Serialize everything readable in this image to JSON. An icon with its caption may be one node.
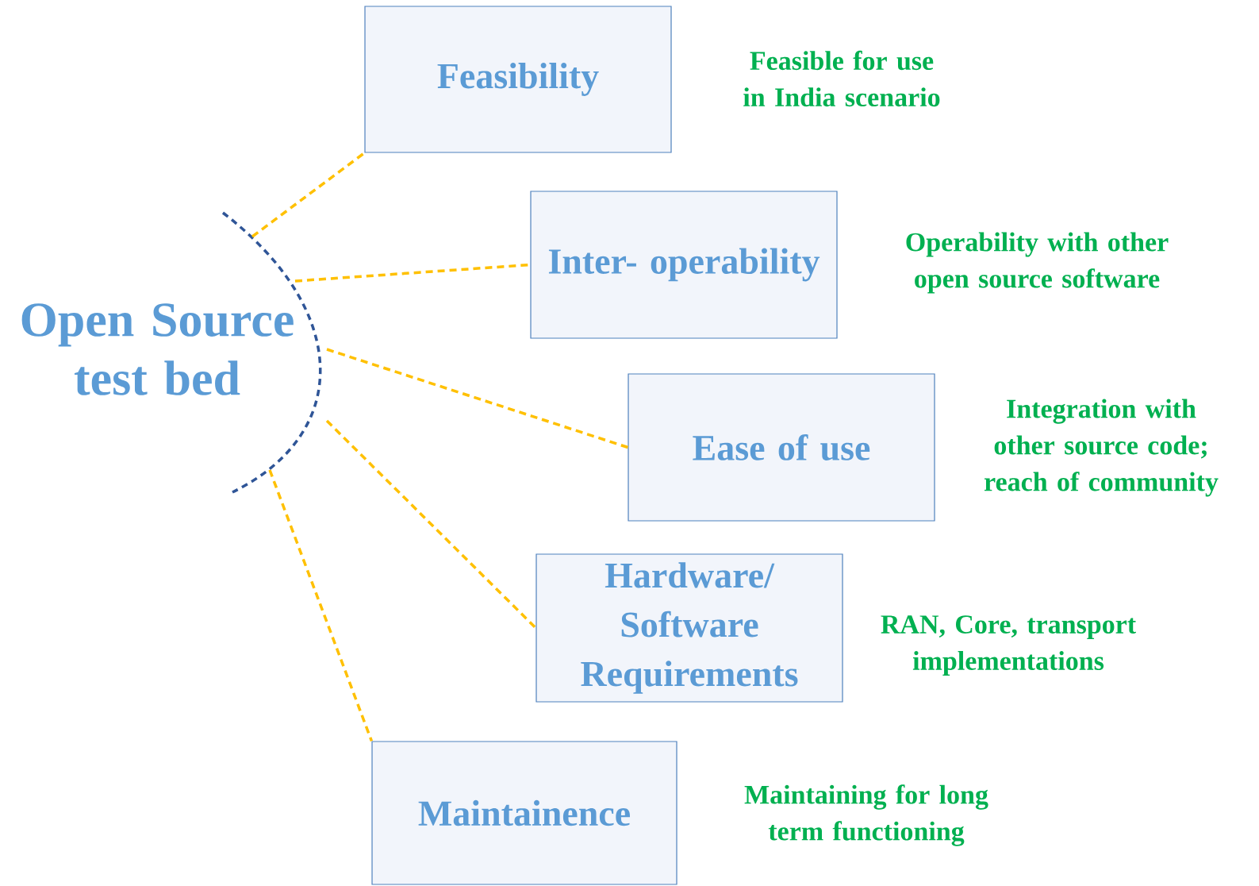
{
  "diagram": {
    "nodes": [
      {
        "text": [
          "Open Source test bed"
        ]
      },
      {
        "text": [],
        "shape": "arc"
      },
      {
        "text": [
          "Feasibility"
        ],
        "beside": [
          "Feasible for use in India scenario"
        ]
      },
      {
        "text": [
          "Inter- operability"
        ],
        "beside": [
          "Operability with other open source software"
        ]
      },
      {
        "text": [
          "Ease of use"
        ],
        "beside": [
          "Integration with other source code; reach of community"
        ]
      },
      {
        "text": [
          "Hardware/ Software Requirements"
        ],
        "beside": [
          "RAN, Core, transport implementations"
        ]
      },
      {
        "text": [
          "Maintainence"
        ],
        "beside": [
          "Maintaining for long term functioning"
        ]
      }
    ],
    "edges": [
      {
        "from": 1,
        "to": 2,
        "arrow": "none",
        "style": "dashed",
        "color": "#ffc000"
      },
      {
        "from": 1,
        "to": 3,
        "arrow": "none",
        "style": "dashed",
        "color": "#ffc000"
      },
      {
        "from": 1,
        "to": 4,
        "arrow": "none",
        "style": "dashed",
        "color": "#ffc000"
      },
      {
        "from": 1,
        "to": 5,
        "arrow": "none",
        "style": "dashed",
        "color": "#ffc000"
      },
      {
        "from": 1,
        "to": 6,
        "arrow": "none",
        "style": "dashed",
        "color": "#ffc000"
      }
    ]
  }
}
